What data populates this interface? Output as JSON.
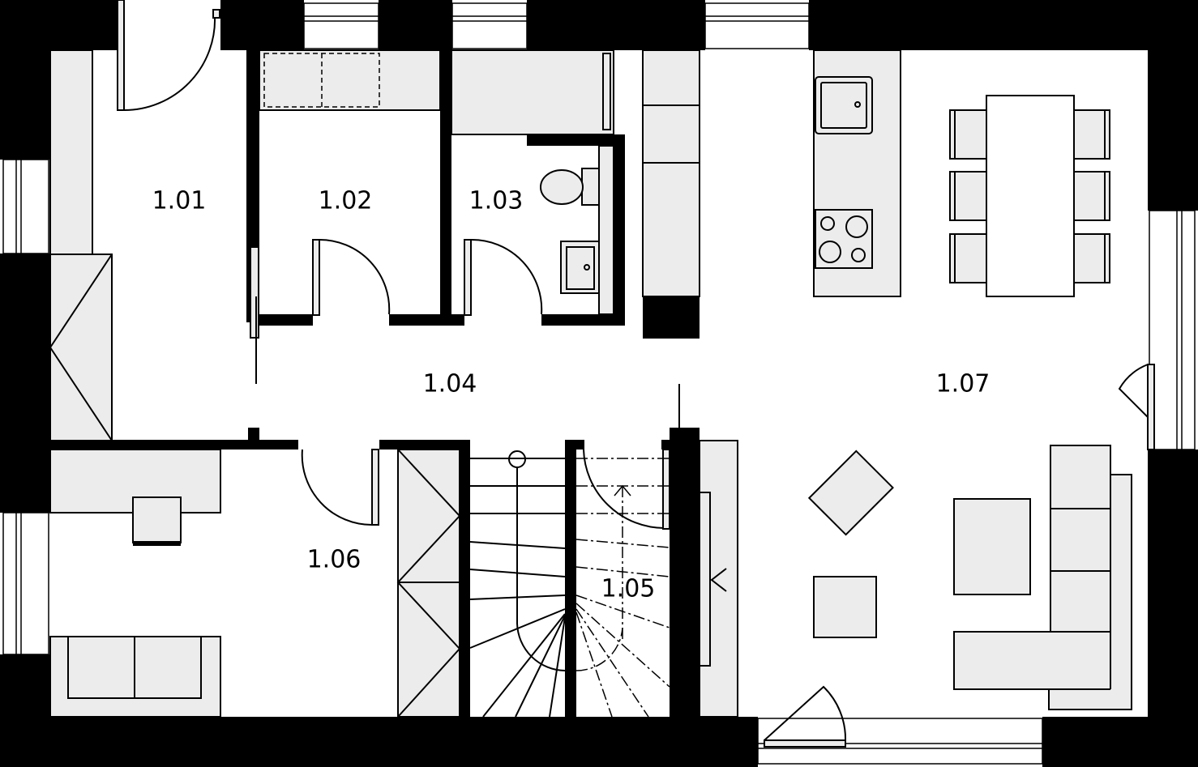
{
  "rooms": [
    {
      "id": "r101",
      "label": "1.01"
    },
    {
      "id": "r102",
      "label": "1.02"
    },
    {
      "id": "r103",
      "label": "1.03"
    },
    {
      "id": "r104",
      "label": "1.04"
    },
    {
      "id": "r105",
      "label": "1.05"
    },
    {
      "id": "r106",
      "label": "1.06"
    },
    {
      "id": "r107",
      "label": "1.07"
    }
  ]
}
